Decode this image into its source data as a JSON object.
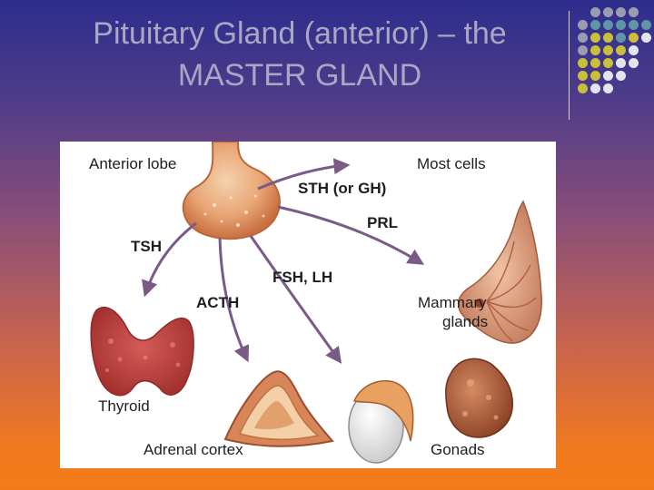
{
  "slide": {
    "title_line1": "Pituitary Gland (anterior) – the",
    "title_line2": "MASTER GLAND"
  },
  "diagram": {
    "labels": {
      "anterior_lobe": "Anterior lobe",
      "most_cells": "Most cells",
      "sth": "STH (or GH)",
      "prl": "PRL",
      "tsh": "TSH",
      "fsh_lh": "FSH, LH",
      "acth": "ACTH",
      "mammary_1": "Mammary",
      "mammary_2": "glands",
      "thyroid": "Thyroid",
      "adrenal": "Adrenal cortex",
      "gonads": "Gonads"
    }
  },
  "colors": {
    "title": "#a9a7c3",
    "arrow": "#7a5a86",
    "tissue_light": "#f2c9a0",
    "tissue_dark": "#c56a3e",
    "thyroid": "#c94a4a",
    "dot_gray": "#9a9cb0",
    "dot_teal": "#5f95a6",
    "dot_yellow": "#c9bf3a",
    "dot_white": "#e4e4ee"
  }
}
